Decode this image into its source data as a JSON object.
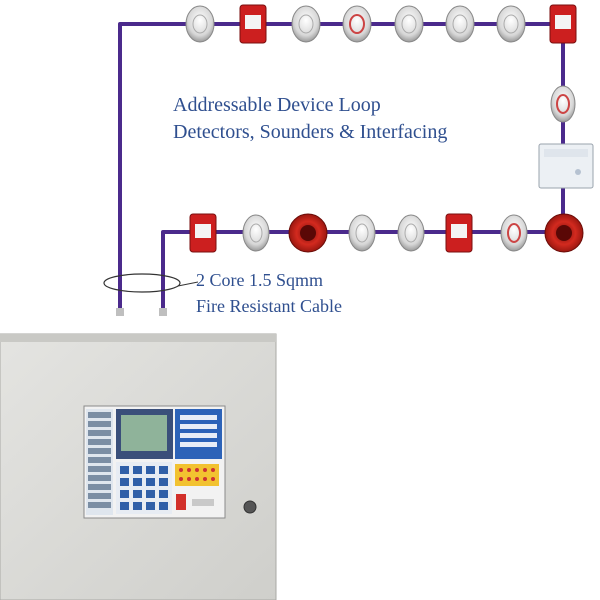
{
  "diagram": {
    "loop_title_line1": "Addressable Device Loop",
    "loop_title_line2": "Detectors, Sounders & Interfacing",
    "cable_line1": "2 Core 1.5 Sqmm",
    "cable_line2": "Fire Resistant Cable"
  },
  "colors": {
    "loop_wire": "#4b2a8c",
    "caption_text": "#2f4f8f",
    "call_point_red": "#cc1f1f",
    "sounder_red": "#c41a14",
    "detector_grey": "#dcdcdc",
    "panel_body": "#d9d9d6",
    "display_screen": "#8fb39a",
    "control_blue": "#2d63b8"
  },
  "devices": {
    "top_row": [
      "smoke-detector",
      "manual-call-point",
      "smoke-detector",
      "smoke-detector",
      "smoke-detector",
      "smoke-detector",
      "smoke-detector",
      "manual-call-point"
    ],
    "right_side": [
      "smoke-detector",
      "interface-module"
    ],
    "bottom_row": [
      "manual-call-point",
      "smoke-detector",
      "sounder",
      "smoke-detector",
      "smoke-detector",
      "manual-call-point",
      "smoke-detector",
      "sounder"
    ]
  }
}
